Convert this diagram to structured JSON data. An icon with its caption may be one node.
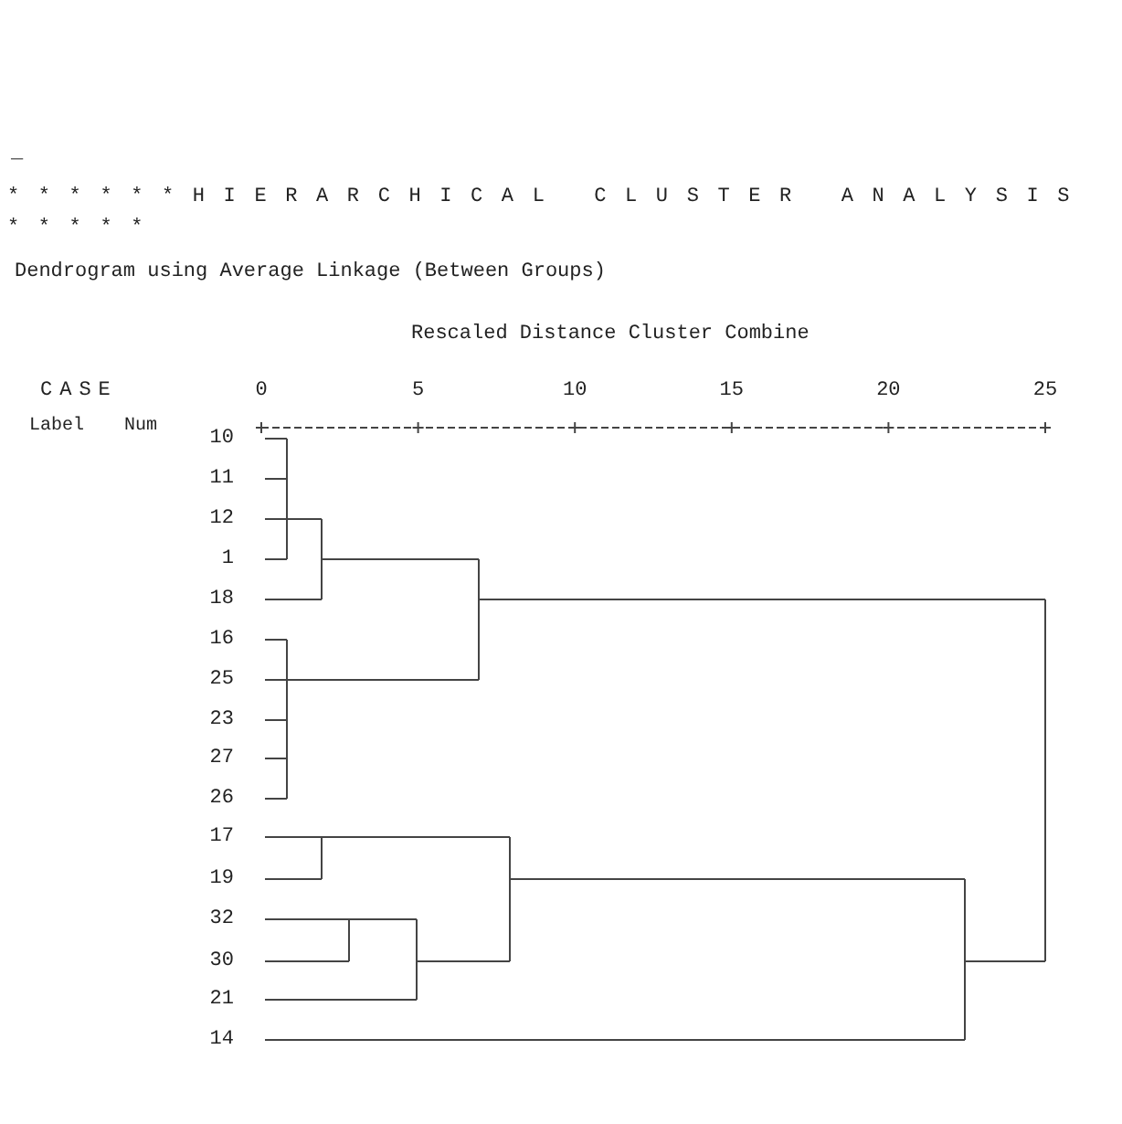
{
  "diagram": {
    "title": "******HIERARCHICAL CLUSTER ANALYSIS *****",
    "labels": [
      "_",
      "Dendrogram using Average Linkage (Between Groups)",
      "Rescaled Distance Cluster Combine",
      "CASE",
      "0",
      "5",
      "10",
      "15",
      "20",
      "25",
      "Label",
      "Num",
      "10",
      "11",
      "12",
      "1",
      "18",
      "16",
      "25",
      "23",
      "27",
      "26",
      "17",
      "19",
      "32",
      "30",
      "21",
      "14"
    ]
  }
}
